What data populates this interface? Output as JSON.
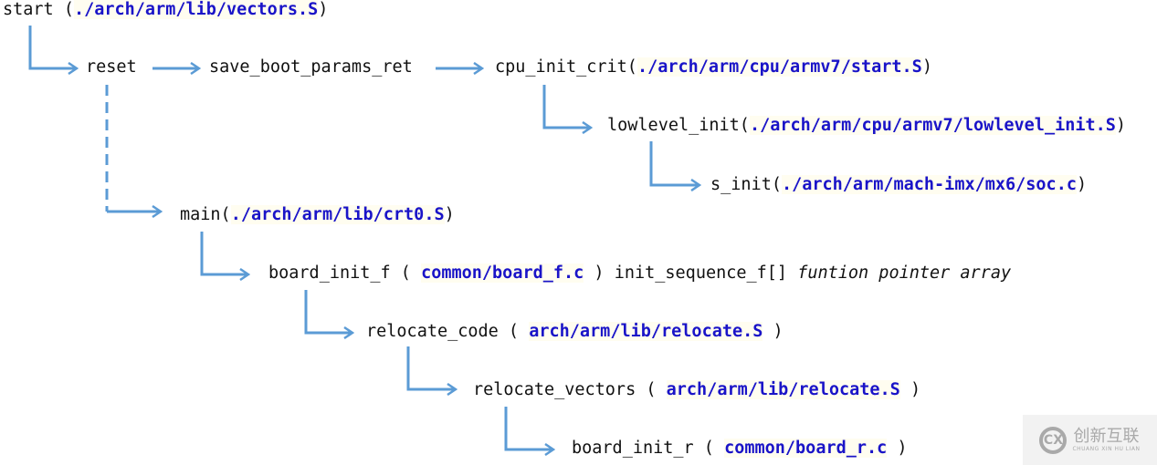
{
  "diagram": {
    "title": "U-Boot boot flow",
    "colors": {
      "arrow": "#5b9bd5",
      "path": "#1a14c8",
      "text": "#111111"
    },
    "nodes": [
      {
        "id": "start",
        "func": "start (",
        "path": "./arch/arm/lib/vectors.S",
        "suffix": ")"
      },
      {
        "id": "reset",
        "func": "reset",
        "path": "",
        "suffix": ""
      },
      {
        "id": "save_boot_params_ret",
        "func": "save_boot_params_ret",
        "path": "",
        "suffix": ""
      },
      {
        "id": "cpu_init_crit",
        "func": "cpu_init_crit(",
        "path": "./arch/arm/cpu/armv7/start.S",
        "suffix": ")"
      },
      {
        "id": "lowlevel_init",
        "func": "lowlevel_init(",
        "path": "./arch/arm/cpu/armv7/lowlevel_init.S",
        "suffix": ")"
      },
      {
        "id": "s_init",
        "func": "s_init(",
        "path": "./arch/arm/mach-imx/mx6/soc.c",
        "suffix": ")"
      },
      {
        "id": "main",
        "func": "main(",
        "path": "./arch/arm/lib/crt0.S",
        "suffix": ")"
      },
      {
        "id": "board_init_f",
        "func": "board_init_f ( ",
        "path": "common/board_f.c",
        "suffix": " ) init_sequence_f[] ",
        "note": "funtion pointer array"
      },
      {
        "id": "relocate_code",
        "func": "relocate_code ( ",
        "path": "arch/arm/lib/relocate.S",
        "suffix": " )"
      },
      {
        "id": "relocate_vectors",
        "func": "relocate_vectors ( ",
        "path": "arch/arm/lib/relocate.S",
        "suffix": " )"
      },
      {
        "id": "board_init_r",
        "func": "board_init_r ( ",
        "path": "common/board_r.c",
        "suffix": " )"
      }
    ],
    "edges": [
      {
        "from": "start",
        "to": "reset",
        "style": "elbow"
      },
      {
        "from": "reset",
        "to": "save_boot_params_ret",
        "style": "straight"
      },
      {
        "from": "save_boot_params_ret",
        "to": "cpu_init_crit",
        "style": "straight"
      },
      {
        "from": "cpu_init_crit",
        "to": "lowlevel_init",
        "style": "elbow"
      },
      {
        "from": "lowlevel_init",
        "to": "s_init",
        "style": "elbow"
      },
      {
        "from": "reset",
        "to": "main",
        "style": "dashed-elbow"
      },
      {
        "from": "main",
        "to": "board_init_f",
        "style": "elbow"
      },
      {
        "from": "board_init_f",
        "to": "relocate_code",
        "style": "elbow"
      },
      {
        "from": "relocate_code",
        "to": "relocate_vectors",
        "style": "elbow"
      },
      {
        "from": "relocate_vectors",
        "to": "board_init_r",
        "style": "elbow"
      }
    ]
  },
  "watermark": {
    "logo": "CX",
    "cn": "创新互联",
    "en": "CHUANG XIN HU LIAN"
  }
}
